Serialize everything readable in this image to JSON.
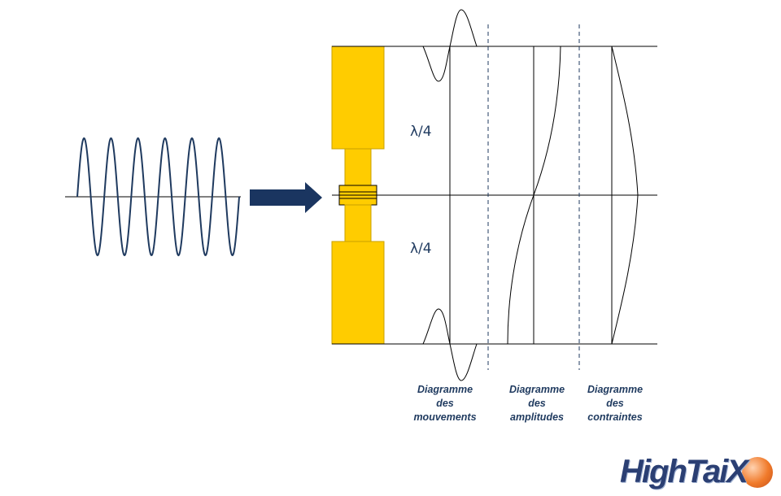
{
  "labels": {
    "quarter_wave_top": "λ/4",
    "quarter_wave_bottom": "λ/4"
  },
  "diagrams": [
    {
      "line1": "Diagramme",
      "line2": "des",
      "line3": "mouvements"
    },
    {
      "line1": "Diagramme",
      "line2": "des",
      "line3": "amplitudes"
    },
    {
      "line1": "Diagramme",
      "line2": "des",
      "line3": "contraintes"
    }
  ],
  "logo": {
    "text": "HighTaiX"
  },
  "colors": {
    "gold": "#ffcc00",
    "navy": "#1f3a5f",
    "line": "#000000",
    "wave": "#1f3a5f",
    "logo_blue": "#2b3f73",
    "logo_orange": "#f07a2a"
  }
}
